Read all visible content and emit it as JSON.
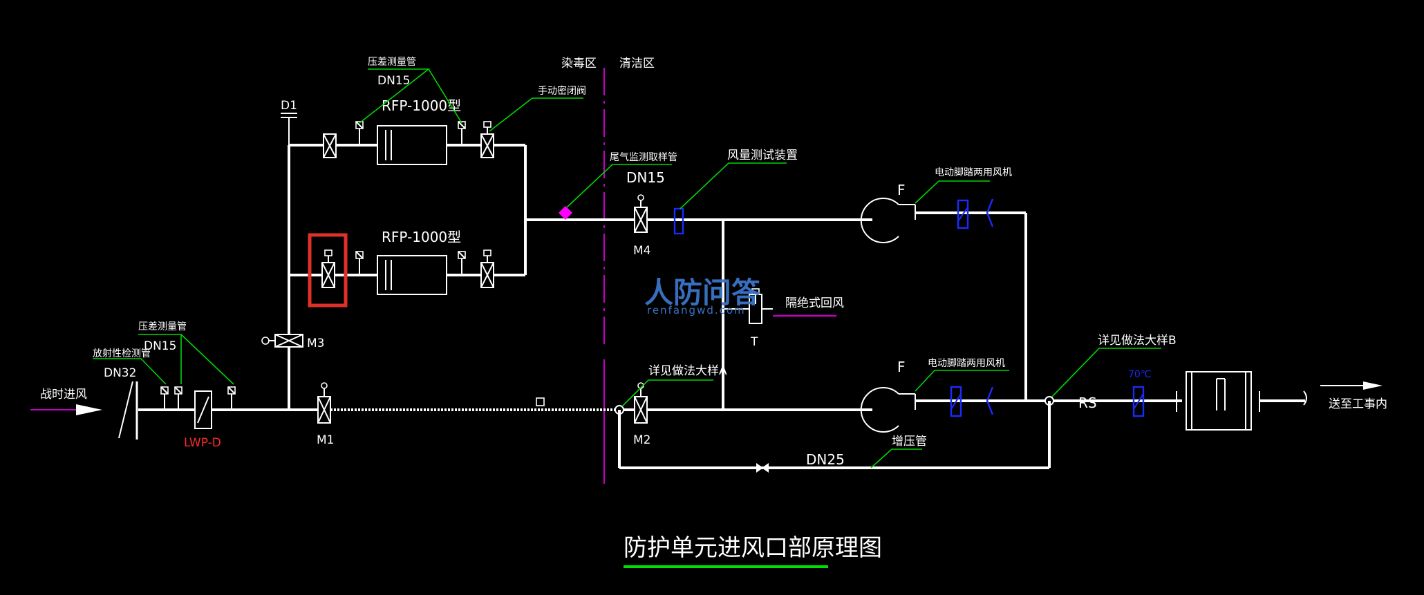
{
  "title": "防护单元进风口部原理图",
  "zones": {
    "dirty": "染毒区",
    "clean": "清洁区"
  },
  "labels": {
    "d1": "D1",
    "rfp_top": "RFP-1000型",
    "rfp_mid": "RFP-1000型",
    "dp_tube_top": "压差测量管",
    "dn15_top": "DN15",
    "manual_valve": "手动密闭阀",
    "exhaust_sample": "尾气监测取样管",
    "dn15_mid": "DN15",
    "airflow_test": "风量测试装置",
    "fan_top_label": "电动脚踏两用风机",
    "fan_bot_label": "电动脚踏两用风机",
    "f_top": "F",
    "f_bot": "F",
    "m1": "M1",
    "m2": "M2",
    "m3": "M3",
    "m4": "M4",
    "t": "T",
    "return_air": "隔绝式回风",
    "detail_a": "详见做法大样A",
    "detail_b": "详见做法大样B",
    "rs": "RS",
    "dn25": "DN25",
    "boost_pipe": "增压管",
    "dp_tube_left": "压差测量管",
    "dn15_left": "DN15",
    "radiation_tube": "放射性检测管",
    "dn32": "DN32",
    "war_intake": "战时进风",
    "lwp": "LWP-D",
    "to_room": "送至工事内",
    "temp": "70℃"
  },
  "watermark": {
    "main": "人防问答",
    "sub": "renfangwd.com"
  },
  "colors": {
    "background": "#000000",
    "pipe": "#ffffff",
    "leader": "#00d800",
    "zone_line": "#c000c0",
    "highlight_box": "#e0302a",
    "lwp_text": "#ff2a2a",
    "damper_blue": "#1a2bff",
    "title_underline": "#00e000",
    "watermark": "#3a74c8"
  }
}
